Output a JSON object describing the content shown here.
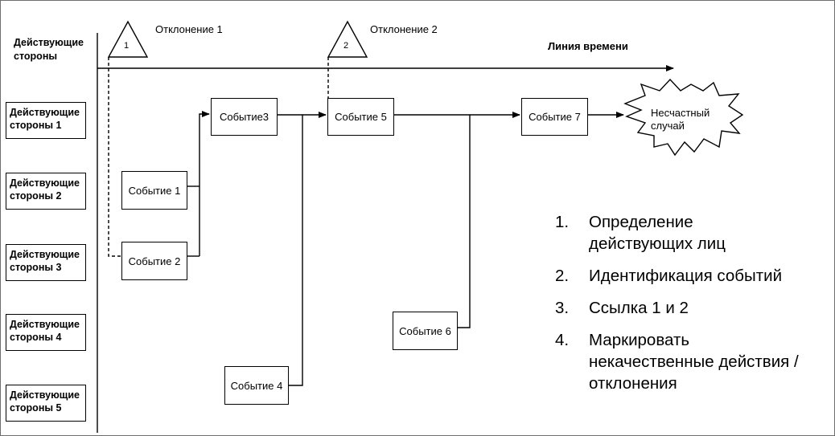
{
  "header": {
    "actors_label_line1": "Действующие",
    "actors_label_line2": "стороны",
    "timeline_label": "Линия времени"
  },
  "actors": [
    {
      "line1": "Действующие",
      "line2": "стороны 1"
    },
    {
      "line1": "Действующие",
      "line2": "стороны 2"
    },
    {
      "line1": "Действующие",
      "line2": "стороны 3"
    },
    {
      "line1": "Действующие",
      "line2": "стороны 4"
    },
    {
      "line1": "Действующие",
      "line2": "стороны 5"
    }
  ],
  "deviations": [
    {
      "number": "1",
      "label": "Отклонение 1"
    },
    {
      "number": "2",
      "label": "Отклонение 2"
    }
  ],
  "events": {
    "e1": "Событие 1",
    "e2": "Событие 2",
    "e3": "Событие3",
    "e4": "Событие 4",
    "e5": "Событие 5",
    "e6": "Событие 6",
    "e7": "Событие 7"
  },
  "accident": {
    "line1": "Несчастный",
    "line2": "случай"
  },
  "steps": [
    {
      "num": "1.",
      "line1": "Определение",
      "line2": "действующих лиц"
    },
    {
      "num": "2.",
      "line1": "Идентификация событий",
      "line2": ""
    },
    {
      "num": "3.",
      "line1": "Ссылка 1 и 2",
      "line2": ""
    },
    {
      "num": "4.",
      "line1": "Маркировать",
      "line2": "некачественные действия /",
      "line3": "отклонения"
    }
  ],
  "colors": {
    "line": "#000000",
    "background": "#ffffff",
    "frame": "#6e6e6e"
  }
}
